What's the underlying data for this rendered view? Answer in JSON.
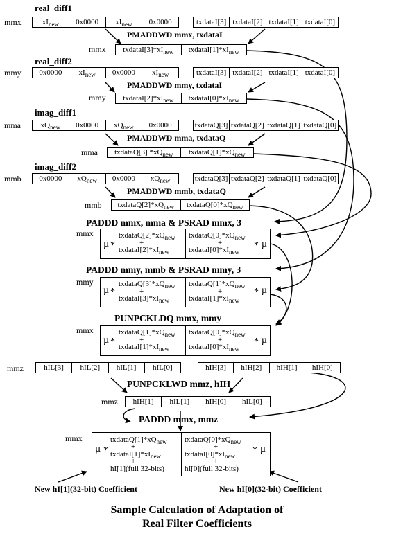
{
  "sections": {
    "real_diff1": "real_diff1",
    "real_diff2": "real_diff2",
    "imag_diff1": "imag_diff1",
    "imag_diff2": "imag_diff2"
  },
  "regs": {
    "mmx": "mmx",
    "mmy": "mmy",
    "mma": "mma",
    "mmb": "mmb",
    "mmz": "mmz"
  },
  "constants": {
    "zero": "0x0000"
  },
  "symbols": {
    "xI": "xI",
    "xQ": "xQ",
    "new": "new",
    "mu": "µ",
    "times": "*",
    "plus": "+",
    "hI": "hI",
    "hIH": "hIH",
    "hIL": "hIL"
  },
  "ops": {
    "pmaddwd_1": "PMADDWD   mmx, txdataI",
    "pmaddwd_2": "PMADDWD   mmy, txdataI",
    "pmaddwd_3": "PMADDWD   mma, txdataQ",
    "pmaddwd_4": "PMADDWD   mmb, txdataQ",
    "paddd_1": "PADDD   mmx, mma & PSRAD mmx, 3",
    "paddd_2": "PADDD   mmy, mmb & PSRAD mmy, 3",
    "punpckldq": "PUNPCKLDQ mmx, mmy",
    "punpcklwd": "PUNPCKLWD   mmz, hIH",
    "paddd_3": "PADDD   mmx, mmz"
  },
  "txdataI": [
    "txdataI[3]",
    "txdataI[2]",
    "txdataI[1]",
    "txdataI[0]"
  ],
  "txdataQ": [
    "txdataQ[3]",
    "txdataQ[2]",
    "txdataQ[1]",
    "txdataQ[0]"
  ],
  "hIL": [
    "hIL[3]",
    "hIL[2]",
    "hIL[1]",
    "hIL[0]"
  ],
  "hIH": [
    "hIH[3]",
    "hIH[2]",
    "hIH[1]",
    "hIH[0]"
  ],
  "mmz_after": [
    "hIH[1]",
    "hIL[1]",
    "hIH[0]",
    "hIL[0]"
  ],
  "products": {
    "tI3": "txdataI[3]",
    "tI1": "txdataI[1]",
    "tI2": "txdataI[2]",
    "tI0": "txdataI[0]",
    "tQ3": "txdataQ[3]",
    "tQ1": "txdataQ[1]",
    "tQ2": "txdataQ[2]",
    "tQ0": "txdataQ[0]",
    "tQ3s": "txdataQ[3] ",
    "tQ2s": "txdataQ[2]"
  },
  "sums": {
    "s1_left_top": "txdataQ[2]",
    "s1_left_bot": "txdataI[2]",
    "s1_right_top": "txdataQ[0]",
    "s1_right_bot": "txdataI[0]",
    "s2_left_top": "txdataQ[3]",
    "s2_left_bot": "txdataI[3]",
    "s2_right_top": "txdataQ[1]",
    "s2_right_bot": "txdataI[1]",
    "s3_left_top": "txdataQ[1]",
    "s3_left_bot": "txdataI[1]",
    "s3_right_top": "txdataQ[0]",
    "s3_right_bot": "txdataI[0]",
    "final_left_top": "txdataQ[1]",
    "final_left_bot": "txdataI[1]",
    "final_left_h": "hI[1](full 32-bits)",
    "final_right_top": "txdataQ[0]",
    "final_right_bot": "txdataI[0]",
    "final_right_h": "hI[0](full 32-bits)"
  },
  "footer": {
    "left": "New hI[1](32-bit) Coefficient",
    "right": "New hI[0](32-bit) Coefficient"
  },
  "title": {
    "line1": "Sample Calculation of Adaptation of",
    "line2": "Real Filter Coefficients"
  }
}
